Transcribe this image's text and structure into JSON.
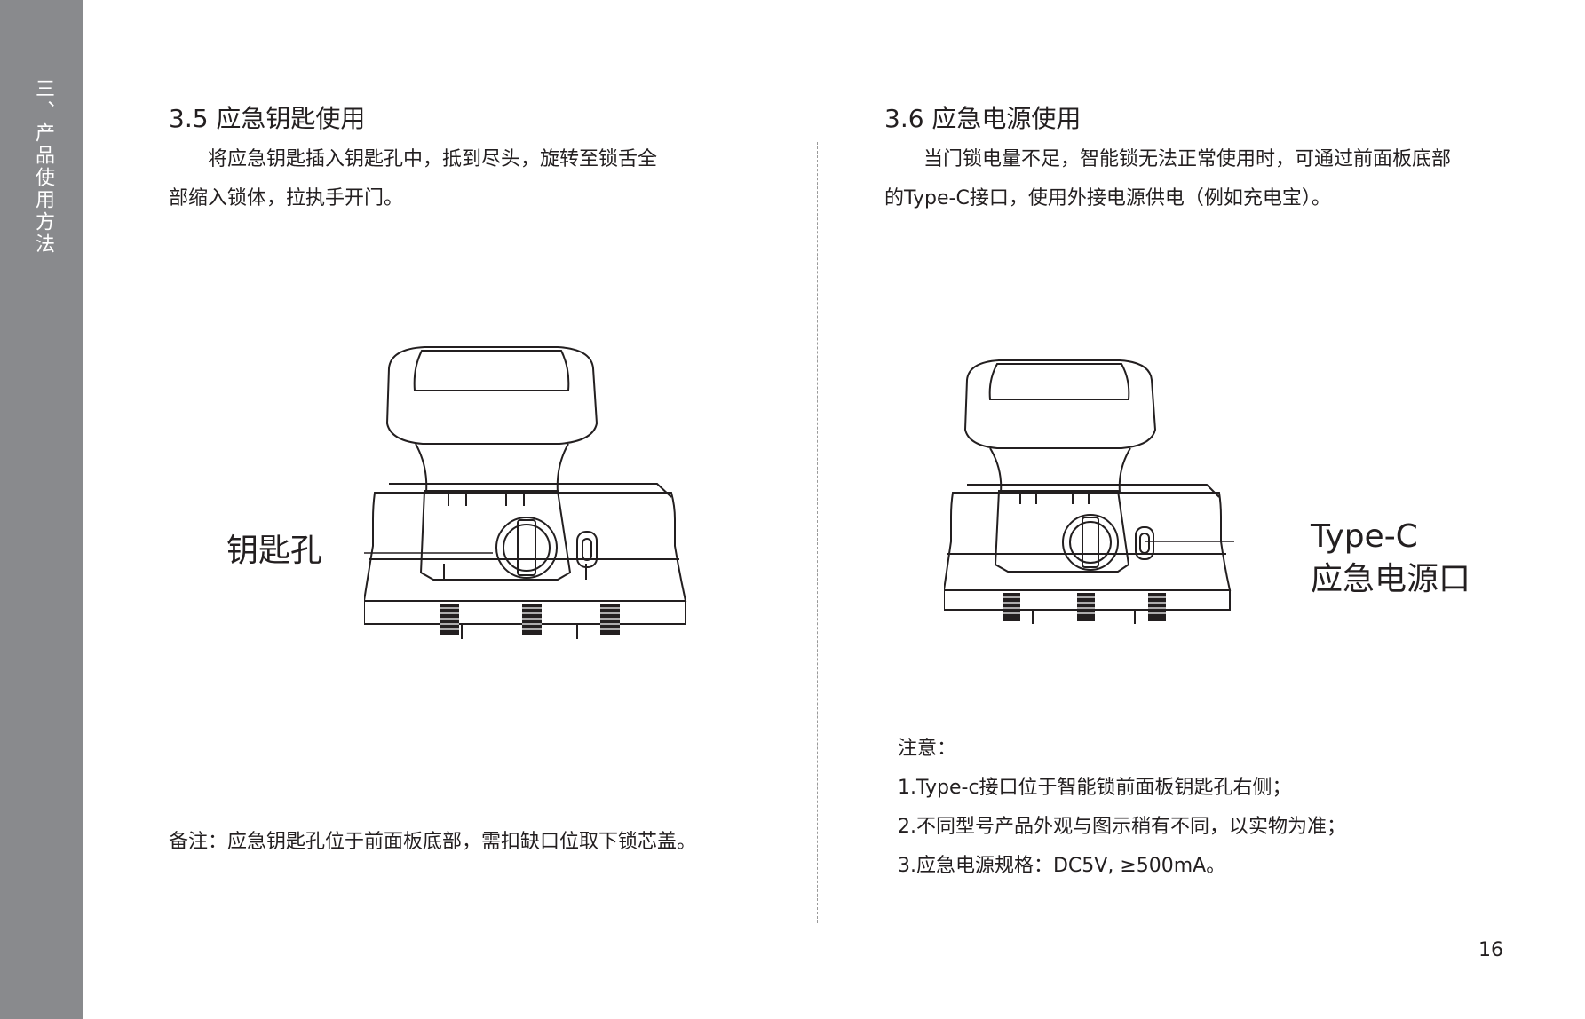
{
  "sidebar": {
    "chapter_title": "三、产品使用方法"
  },
  "section_left": {
    "heading": "3.5 应急钥匙使用",
    "paragraph_line1": "将应急钥匙插入钥匙孔中，抵到尽头，旋转至锁舌全",
    "paragraph_line2": "部缩入锁体，拉执手开门。",
    "callout_label": "钥匙孔",
    "footnote": "备注：应急钥匙孔位于前面板底部，需扣缺口位取下锁芯盖。"
  },
  "section_right": {
    "heading": "3.6 应急电源使用",
    "paragraph_line1": "当门锁电量不足，智能锁无法正常使用时，可通过前面板底部",
    "paragraph_line2": "的Type-C接口，使用外接电源供电（例如充电宝）。",
    "callout_line1": "Type-C",
    "callout_line2": "应急电源口",
    "notes_title": "注意：",
    "notes": [
      "1.Type-c接口位于智能锁前面板钥匙孔右侧；",
      "2.不同型号产品外观与图示稍有不同，以实物为准；",
      "3.应急电源规格：DC5V, ≥500mA。"
    ]
  },
  "page_number": "16"
}
